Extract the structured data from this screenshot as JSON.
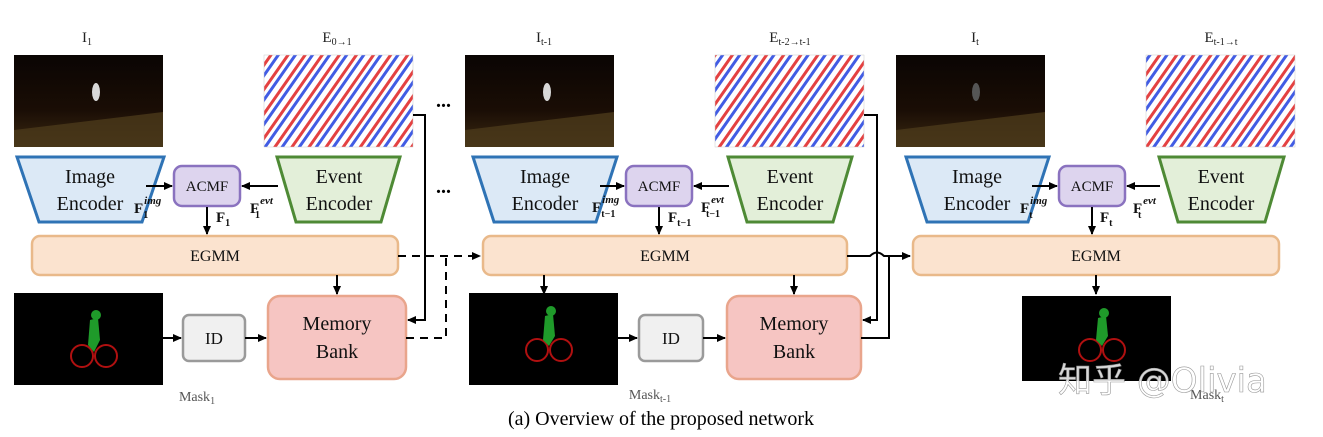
{
  "caption": "(a) Overview of the proposed network",
  "watermark": "知乎 @Olivia",
  "ellipsis": "...",
  "blocks": {
    "image_encoder": [
      "Image",
      "Encoder"
    ],
    "event_encoder": [
      "Event",
      "Encoder"
    ],
    "acmf": "ACMF",
    "egmm": "EGMM",
    "memory_bank": [
      "Memory",
      "Bank"
    ],
    "id": "ID"
  },
  "colors": {
    "image_encoder_fill": "#dce9f6",
    "image_encoder_stroke": "#2f73b5",
    "event_encoder_fill": "#e3efd9",
    "event_encoder_stroke": "#4e8a35",
    "acmf_fill": "#ddd4ee",
    "acmf_stroke": "#8a72bf",
    "egmm_fill": "#fbe3cf",
    "egmm_stroke": "#e9b98a",
    "memory_fill": "#f6c5c2",
    "memory_stroke": "#e9a58c",
    "id_fill": "#f0f0f0",
    "id_stroke": "#9a9a9a"
  },
  "stages": [
    {
      "image_label": "I",
      "image_sub": "1",
      "event_label": "E",
      "event_sub": "0→1",
      "feat_img": "F",
      "feat_img_sup": "img",
      "feat_img_sub": "1",
      "feat_evt": "F",
      "feat_evt_sup": "evt",
      "feat_evt_sub": "1",
      "fused": "F",
      "fused_sub": "1",
      "mask_label": "Mask",
      "mask_sub": "1"
    },
    {
      "image_label": "I",
      "image_sub": "t-1",
      "event_label": "E",
      "event_sub": "t-2→t-1",
      "feat_img": "F",
      "feat_img_sup": "img",
      "feat_img_sub": "t−1",
      "feat_evt": "F",
      "feat_evt_sup": "evt",
      "feat_evt_sub": "t−1",
      "fused": "F",
      "fused_sub": "t−1",
      "mask_label": "Mask",
      "mask_sub": "t-1"
    },
    {
      "image_label": "I",
      "image_sub": "t",
      "event_label": "E",
      "event_sub": "t-1→t",
      "feat_img": "F",
      "feat_img_sup": "img",
      "feat_img_sub": "t",
      "feat_evt": "F",
      "feat_evt_sup": "evt",
      "feat_evt_sub": "t",
      "fused": "F",
      "fused_sub": "t",
      "mask_label": "Mask",
      "mask_sub": "t"
    }
  ]
}
